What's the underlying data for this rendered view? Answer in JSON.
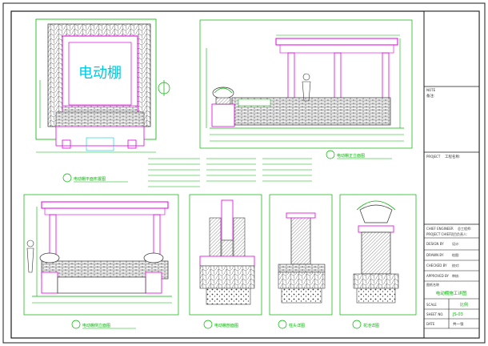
{
  "plan_title_text": "电动棚",
  "drawing_captions": {
    "plan": "电动棚平面布置图",
    "front_elevation": "电动棚正立面图",
    "side_elevation": "电动棚侧立面图",
    "section_1": "电动棚剖面图",
    "section_2": "柱头详图",
    "section_3": "花池详图"
  },
  "title_block": {
    "note_label": "NOTE",
    "note_text": "备注:",
    "project_label": "PROJECT",
    "project_text": "工程名称:",
    "chief_engineer_label": "CHIEF ENGINEER",
    "chief_engineer_text": "总工程师:",
    "project_chief_label": "PROJECT CHIEF",
    "project_chief_text": "项目负责人:",
    "design_label": "DESIGN BY",
    "design_text": "设计:",
    "drawn_label": "DRAWN BY",
    "drawn_text": "绘图:",
    "checked_label": "CHECKED BY",
    "checked_text": "校对:",
    "approved_label": "APPROVED BY",
    "approved_text": "审核:",
    "drawing_name_label": "图纸名称",
    "drawing_name": "电动棚施工详图",
    "scale_label": "SCALE",
    "scale_value": "比例",
    "sheet_label": "SHEET NO.",
    "sheet_value": "JS-03",
    "date_label": "DATE",
    "page_value": "共一张"
  },
  "colors": {
    "frame": "#1a1a1a",
    "magenta": "#e000e0",
    "green": "#00b400",
    "cyan": "#00c8e0",
    "yellow": "#d8c800",
    "brick": "#555555",
    "hatch": "#888888"
  }
}
